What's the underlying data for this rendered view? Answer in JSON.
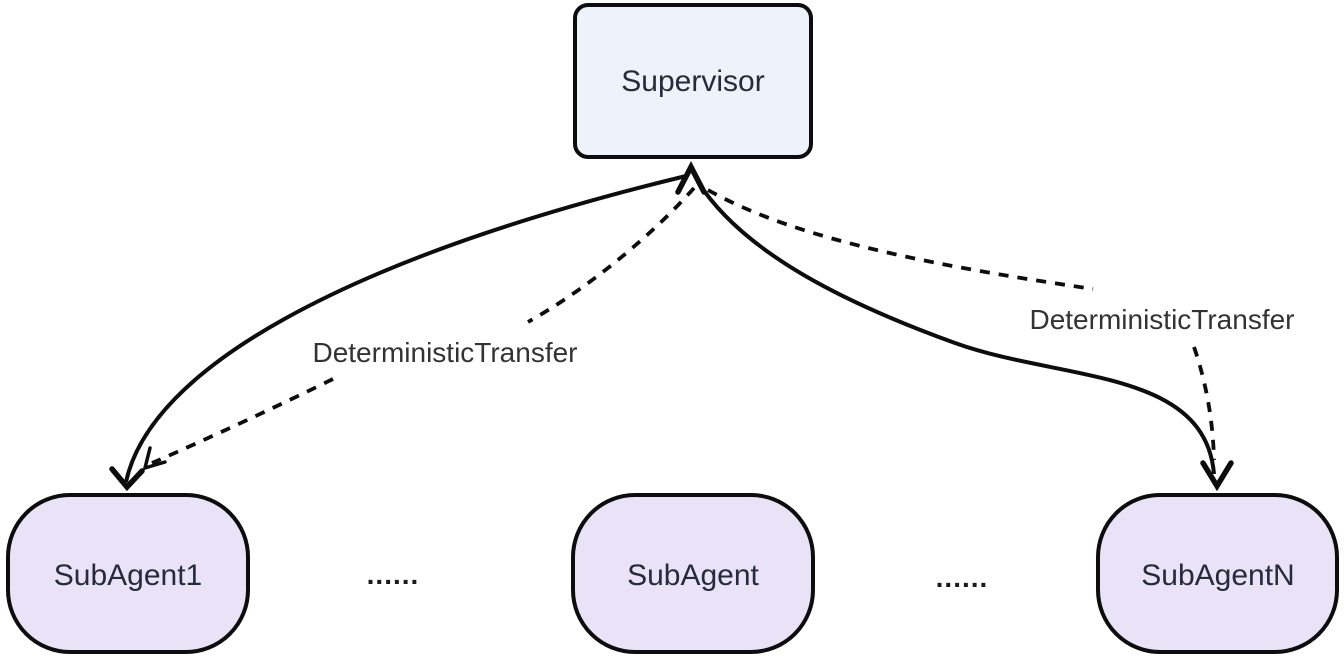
{
  "diagram": {
    "nodes": {
      "supervisor": {
        "label": "Supervisor"
      },
      "subagent1": {
        "label": "SubAgent1"
      },
      "subagent_middle": {
        "label": "SubAgent"
      },
      "subagentN": {
        "label": "SubAgentN"
      }
    },
    "edges": {
      "left_dashed_label": "DeterministicTransfer",
      "right_dashed_label": "DeterministicTransfer"
    },
    "ellipsis": {
      "left": "......",
      "right": "......"
    }
  },
  "colors": {
    "background": "#ffffff",
    "stroke": "#0d0d0d",
    "supervisor_fill": "#edf2fb",
    "subagent_fill": "#eae3f8",
    "node_text": "#262b3a",
    "label_text": "#333333"
  }
}
